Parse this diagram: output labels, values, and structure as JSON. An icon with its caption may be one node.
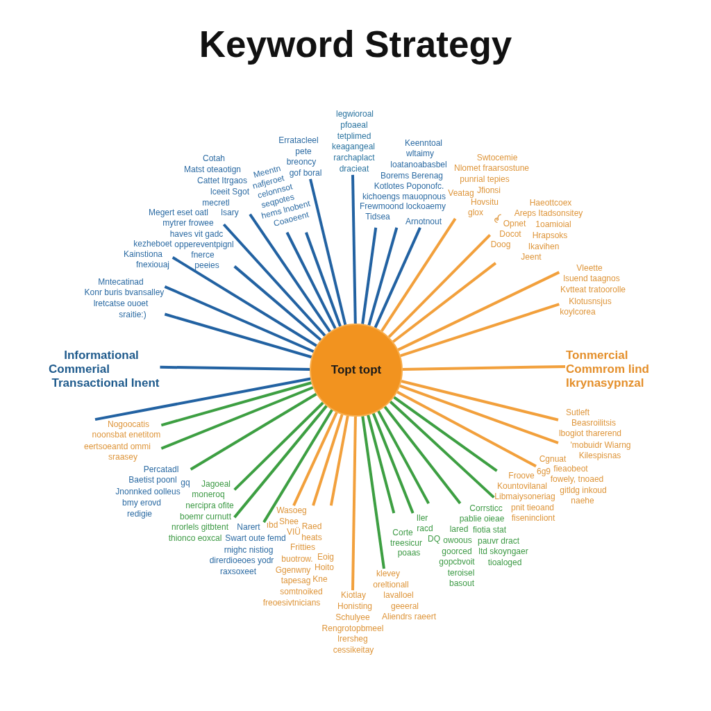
{
  "diagram": {
    "title": "Keyword Strategy",
    "nodes": [
      {
        "text": [
          "Topt topt"
        ]
      },
      {
        "text": [
          "legwioroal",
          "pfoaeal",
          "tetplimed",
          "keagangeal",
          "rarchaplact",
          "dracieat"
        ]
      },
      {
        "text": [
          "Erratacleel",
          "pete",
          "breoncy",
          "gof boral"
        ]
      },
      {
        "text": [
          "Keenntoal",
          "wltaimy",
          "loatanoabasbel",
          "Borems Berenag",
          "Kotlotes Poponofc.",
          "kichoengs mauopnous",
          "Frewmoond lockoaemy",
          "Tidsea",
          "Arnotnout"
        ]
      },
      {
        "text": [
          "Swtocemie",
          "Nlomet fraarsostune",
          "punrial tepies",
          "Veatag",
          "Jfionsi",
          "Hovsitu",
          "glox"
        ]
      },
      {
        "text": [
          "Cotah",
          "Matst oteaotign",
          "Cattet Itrgaos",
          "lceeit Sgot",
          "mecretl",
          "lsary"
        ]
      },
      {
        "text": [
          "Meentn",
          "nafjeroet",
          "celonnsot",
          "seqpotes",
          "hems lnobent",
          "Coaoeent"
        ]
      },
      {
        "text": [
          "Haeottcoex",
          "Areps Itadsonsitey",
          "Opnet",
          "1oamioial",
          "Docot",
          "Hrapsoks",
          "Doog",
          "Ikavihen",
          "Jeent"
        ]
      },
      {
        "text": [
          "Megert eset oatl",
          "mytrer frowee",
          "haves vit gadc"
        ]
      },
      {
        "text": [
          "kezheboet",
          "Kainstiona",
          "fnexiouaj"
        ]
      },
      {
        "text": [
          "oppereventpignl",
          "fnerce",
          "peeies"
        ]
      },
      {
        "text": [
          "Vleette",
          "lsuend taagnos",
          "Kvtteat tratoorolle",
          "Klotusnsjus",
          "koylcorea"
        ]
      },
      {
        "text": [
          "Mntecatinad",
          "Konr buris bvansalley",
          "lretcatse ouoet",
          "sraitie:)"
        ]
      },
      {
        "text": [
          "Informational",
          "Commerial",
          "Transactional Inent"
        ]
      },
      {
        "text": [
          "Tonmercial",
          "Commrom lind",
          "Ikrynasypnzal"
        ]
      },
      {
        "text": [
          "Sutleft",
          "Beasroilitsis",
          "lbogiot tharerend",
          "'mobuidr Wiarng",
          "Kilespisnas"
        ]
      },
      {
        "text": [
          "Nogoocatis",
          "noonsbat enetitom",
          "eertsoeantd ommi",
          "sraasey"
        ]
      },
      {
        "text": [
          "Cgnuat",
          "6g9",
          "fieaobeot",
          "fowely, tnoaed",
          "gitldg inkoud",
          "naehe"
        ]
      },
      {
        "text": [
          "Percatadl",
          "Baetist poonl",
          "gq",
          "Jnonnked oolleus",
          "bmy erovd",
          "redigie"
        ]
      },
      {
        "text": [
          "Froove",
          "Kountovilanal",
          "Libmaiysoneriag",
          "pnit tieoand",
          "fisenincliont"
        ]
      },
      {
        "text": [
          "Jagoeal",
          "moneroq",
          "nercipra ofite",
          "boemr curnutt",
          "nrorlels gitbtent",
          "thionco eoxcal"
        ]
      },
      {
        "text": [
          "Corrsticc",
          "pablie oieae",
          "lared",
          "fiotia stat",
          "DQ",
          "owoous",
          "pauvr dract",
          "goorced",
          "ltd skoyngaer",
          "gopcbvoit",
          "tioaloged",
          "teroisel",
          "basout"
        ]
      },
      {
        "text": [
          "Narert",
          "Swart oute femd",
          "rnighc nistiog",
          "direrdioeoes yodr",
          "raxsoxeet"
        ]
      },
      {
        "text": [
          "Wasoeg",
          "ıbd",
          "Shee",
          "Raed",
          "VIÜ",
          "heats",
          "Fritties",
          "buotrow.",
          "Eoig",
          "Ggenwny",
          "Hoito",
          "tapesag",
          "Kne",
          "somtnoiked",
          "freoesivtnicians"
        ]
      },
      {
        "text": [
          "Iler",
          "racd",
          "Corte",
          "treesicur",
          "poaas"
        ]
      },
      {
        "text": [
          "klevey",
          "oreltionall",
          "lavalloel",
          "geeeral",
          "Aliendrs raeert"
        ]
      },
      {
        "text": [
          "Kiotlay",
          "Honisting",
          "Schulyee",
          "Rengrotopbmeel",
          "lrersheg",
          "cessikeitay"
        ]
      }
    ],
    "edges": [
      {
        "from": 0,
        "to": 13,
        "arrow": "none"
      },
      {
        "from": 0,
        "to": 16,
        "arrow": "none"
      },
      {
        "from": 0,
        "to": 12,
        "arrow": "none"
      },
      {
        "from": 0,
        "to": 12,
        "arrow": "none"
      },
      {
        "from": 0,
        "to": 9,
        "arrow": "none"
      },
      {
        "from": 0,
        "to": 10,
        "arrow": "none"
      },
      {
        "from": 0,
        "to": 8,
        "arrow": "none"
      },
      {
        "from": 0,
        "to": 5,
        "arrow": "none"
      },
      {
        "from": 0,
        "to": 6,
        "arrow": "none"
      },
      {
        "from": 0,
        "to": 6,
        "arrow": "none"
      },
      {
        "from": 0,
        "to": 2,
        "arrow": "none"
      },
      {
        "from": 0,
        "to": 1,
        "arrow": "none"
      },
      {
        "from": 0,
        "to": 3,
        "arrow": "none"
      },
      {
        "from": 0,
        "to": 3,
        "arrow": "none"
      },
      {
        "from": 0,
        "to": 3,
        "arrow": "none"
      },
      {
        "from": 0,
        "to": 4,
        "arrow": "none",
        "color": "#f2a03c"
      },
      {
        "from": 0,
        "to": 7,
        "arrow": "none",
        "color": "#f2a03c"
      },
      {
        "from": 0,
        "to": 7,
        "arrow": "none",
        "color": "#f2a03c"
      },
      {
        "from": 0,
        "to": 11,
        "arrow": "none",
        "color": "#f2a03c"
      },
      {
        "from": 0,
        "to": 11,
        "arrow": "none",
        "color": "#f2a03c"
      },
      {
        "from": 0,
        "to": 14,
        "arrow": "none",
        "color": "#f2a03c"
      },
      {
        "from": 0,
        "to": 15,
        "arrow": "none",
        "color": "#f2a03c"
      },
      {
        "from": 0,
        "to": 15,
        "arrow": "none",
        "color": "#f2a03c"
      },
      {
        "from": 0,
        "to": 17,
        "arrow": "none",
        "color": "#f2a03c"
      },
      {
        "from": 0,
        "to": 19,
        "arrow": "none",
        "color": "#3d9f42"
      },
      {
        "from": 0,
        "to": 19,
        "arrow": "none",
        "color": "#3d9f42"
      },
      {
        "from": 0,
        "to": 21,
        "arrow": "none",
        "color": "#3d9f42"
      },
      {
        "from": 0,
        "to": 21,
        "arrow": "none",
        "color": "#3d9f42"
      },
      {
        "from": 0,
        "to": 24,
        "arrow": "none",
        "color": "#3d9f42"
      },
      {
        "from": 0,
        "to": 24,
        "arrow": "none",
        "color": "#3d9f42"
      },
      {
        "from": 0,
        "to": 25,
        "arrow": "none",
        "color": "#3d9f42"
      },
      {
        "from": 0,
        "to": 26,
        "arrow": "none",
        "color": "#f2a03c"
      },
      {
        "from": 0,
        "to": 23,
        "arrow": "none",
        "color": "#f2a03c"
      },
      {
        "from": 0,
        "to": 23,
        "arrow": "none",
        "color": "#f2a03c"
      },
      {
        "from": 0,
        "to": 23,
        "arrow": "none",
        "color": "#f2a03c"
      },
      {
        "from": 0,
        "to": 22,
        "arrow": "none",
        "color": "#3d9f42"
      },
      {
        "from": 0,
        "to": 20,
        "arrow": "none",
        "color": "#3d9f42"
      },
      {
        "from": 0,
        "to": 20,
        "arrow": "none",
        "color": "#3d9f42"
      },
      {
        "from": 0,
        "to": 18,
        "arrow": "none",
        "color": "#3d9f42"
      },
      {
        "from": 0,
        "to": 16,
        "arrow": "none",
        "color": "#3d9f42"
      },
      {
        "from": 0,
        "to": 16,
        "arrow": "none",
        "color": "#3d9f42"
      }
    ]
  }
}
